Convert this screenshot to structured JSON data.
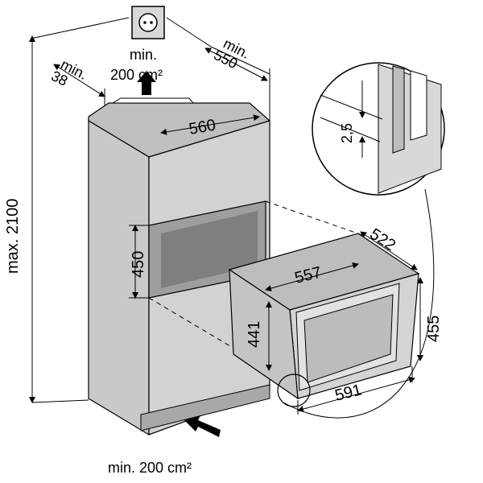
{
  "labels": {
    "top_min": "min.",
    "top_area": "200 cm²",
    "left_min": "min.",
    "left_min_value": "38",
    "right_min": "min.",
    "right_min_value": "550",
    "niche_width": "560",
    "total_height": "max. 2100",
    "niche_height": "450",
    "appliance_width": "557",
    "appliance_depth": "522",
    "appliance_height": "455",
    "inner_height": "441",
    "front_width": "591",
    "detail_gap": "2,5",
    "bottom_area": "min. 200 cm²"
  },
  "colors": {
    "cabinet_fill": "#cfcfcf",
    "cabinet_side": "#bdbdbd",
    "appliance_fill": "#d6d6d6",
    "line": "#000000"
  }
}
